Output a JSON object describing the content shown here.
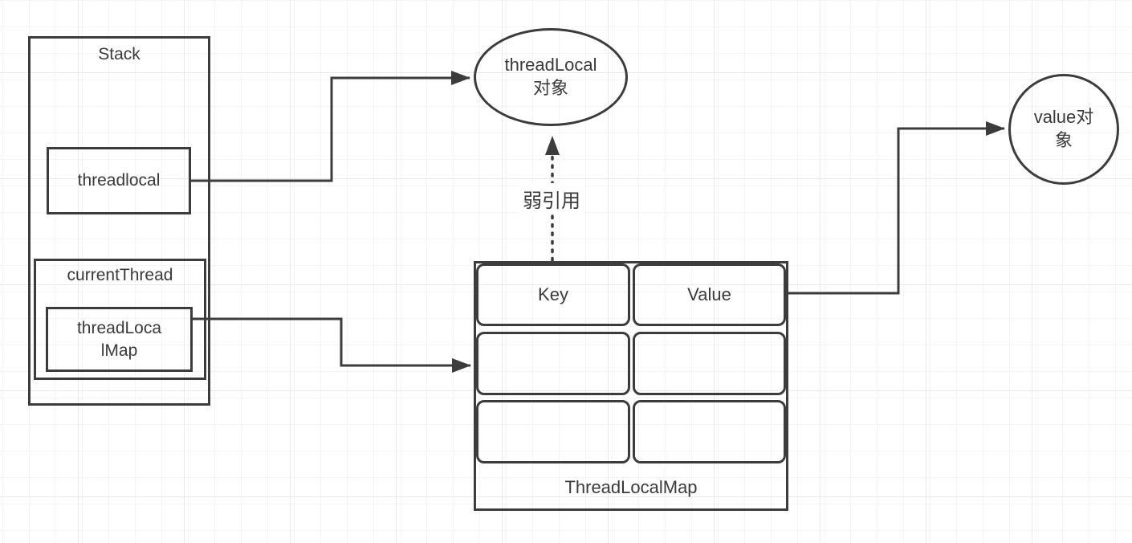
{
  "stack_box": {
    "title": "Stack"
  },
  "threadlocal_box": {
    "label": "threadlocal"
  },
  "current_thread_box": {
    "title": "currentThread"
  },
  "thread_local_map_ref_box": {
    "label": "threadLoca\nlMap"
  },
  "thread_local_object": {
    "label": "threadLocal\n对象"
  },
  "value_object": {
    "label": "value对\n象"
  },
  "map_table": {
    "headers": [
      "Key",
      "Value"
    ],
    "rows": [
      [
        "",
        ""
      ],
      [
        "",
        ""
      ]
    ],
    "caption": "ThreadLocalMap"
  },
  "weak_reference_label": "弱引用",
  "colors": {
    "stroke": "#3c3c3c",
    "text": "#3a3a3a",
    "background": "#ffffff",
    "grid_minor": "#f4f4f4",
    "grid_major": "#e9e9e9"
  }
}
